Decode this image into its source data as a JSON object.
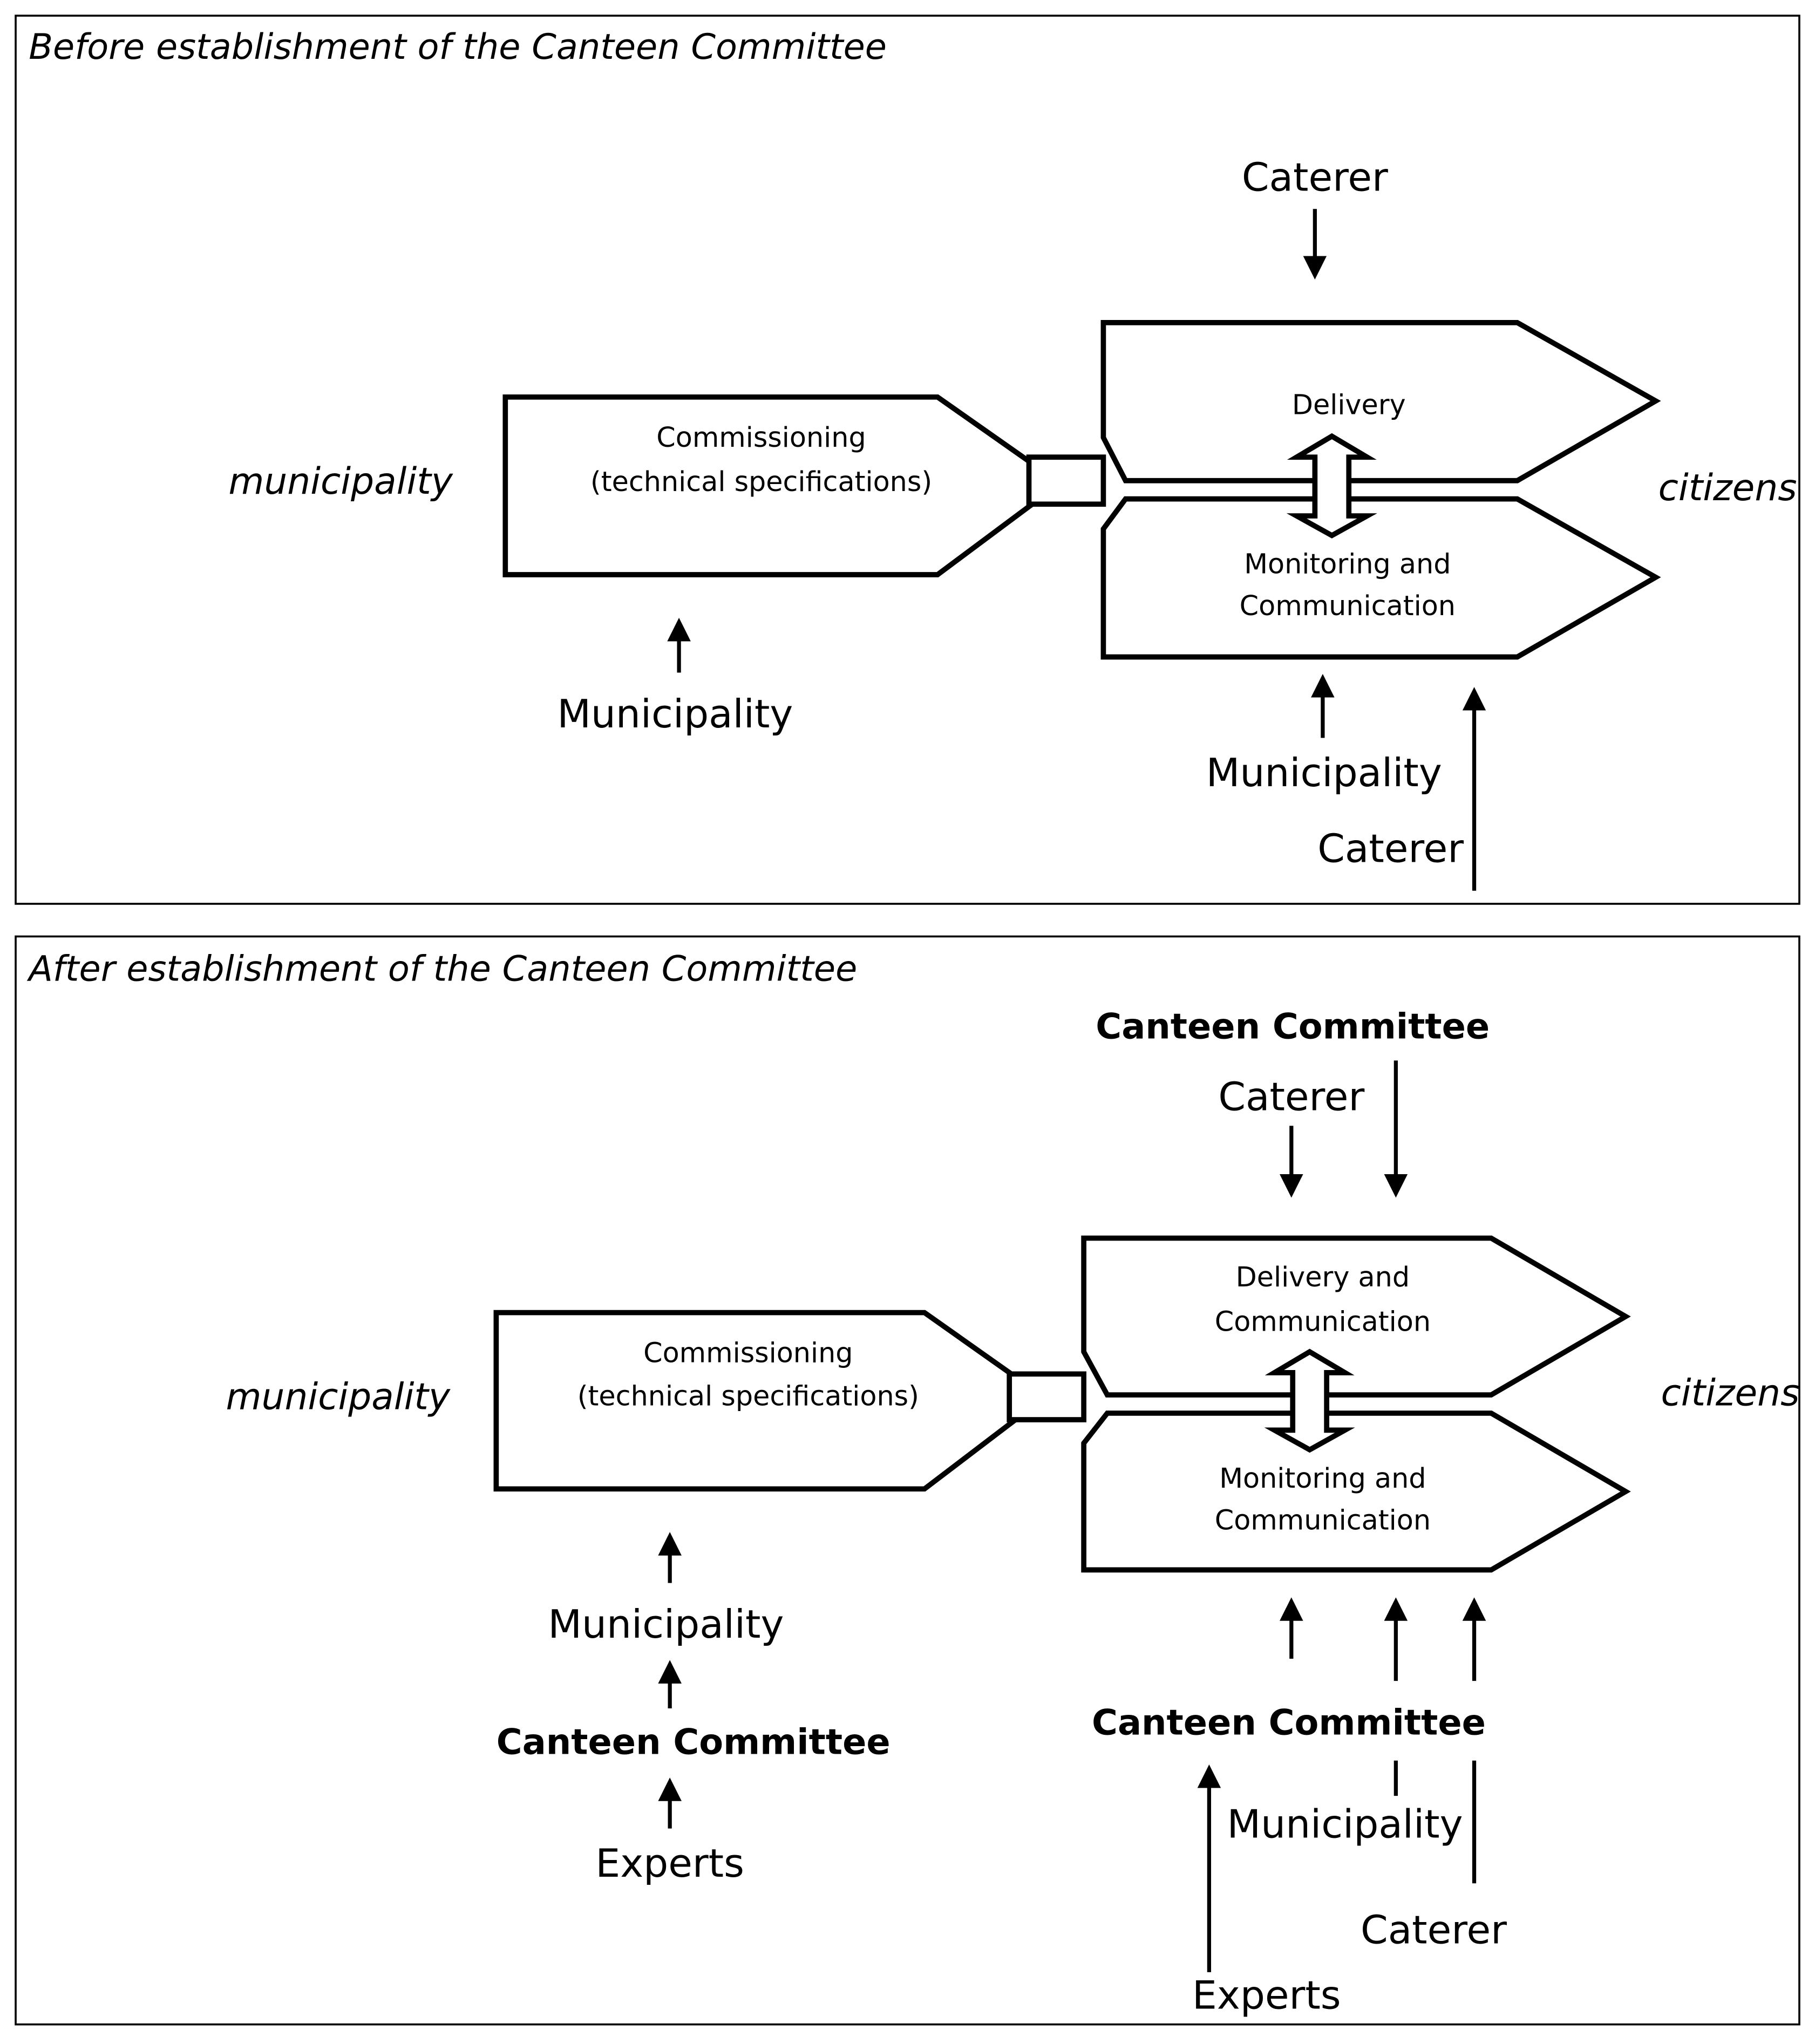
{
  "before": {
    "title": "Before establishment of the Canteen Committee",
    "left_label": "municipality",
    "right_label": "citizens",
    "commissioning": [
      "Commissioning",
      "(technical specifications)"
    ],
    "delivery": [
      "Delivery"
    ],
    "monitoring": [
      "Monitoring and",
      "Communication"
    ],
    "top_actor": "Caterer",
    "commissioning_actor": "Municipality",
    "monitoring_actors": [
      "Municipality",
      "Caterer"
    ]
  },
  "after": {
    "title": "After establishment of the Canteen Committee",
    "left_label": "municipality",
    "right_label": "citizens",
    "commissioning": [
      "Commissioning",
      "(technical specifications)"
    ],
    "delivery": [
      "Delivery and",
      "Communication"
    ],
    "monitoring": [
      "Monitoring and",
      "Communication"
    ],
    "top_actors": [
      "Canteen Committee",
      "Caterer"
    ],
    "commissioning_actors": [
      "Municipality",
      "Canteen Committee",
      "Experts"
    ],
    "monitoring_actors": [
      "Canteen Committee",
      "Municipality",
      "Caterer",
      "Experts"
    ]
  }
}
